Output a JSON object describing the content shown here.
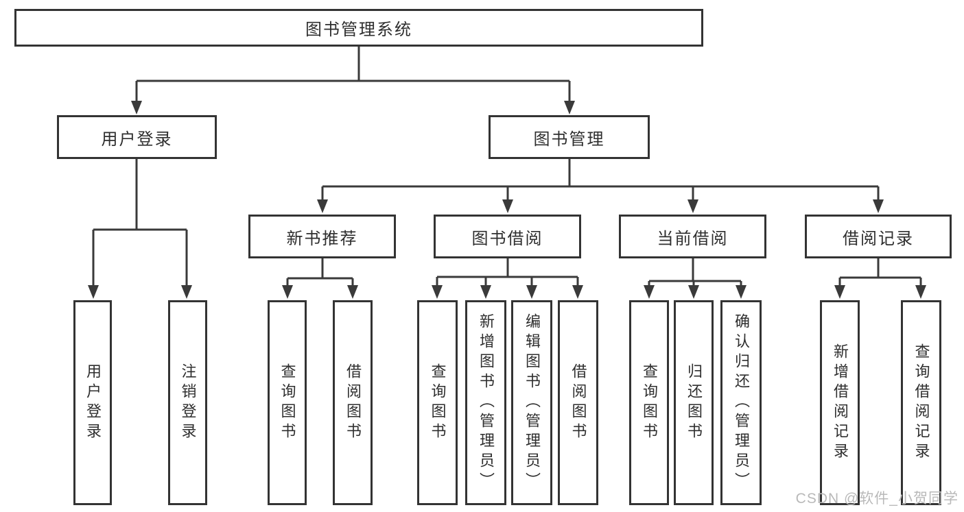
{
  "diagram": {
    "root": {
      "label": "图书管理系统"
    },
    "branches": [
      {
        "label": "用户登录",
        "children": [
          {
            "label": "用户登录"
          },
          {
            "label": "注销登录"
          }
        ]
      },
      {
        "label": "图书管理",
        "children": [
          {
            "label": "新书推荐",
            "children": [
              {
                "label": "查询图书"
              },
              {
                "label": "借阅图书"
              }
            ]
          },
          {
            "label": "图书借阅",
            "children": [
              {
                "label": "查询图书"
              },
              {
                "label": "新增图书（管理员）"
              },
              {
                "label": "编辑图书（管理员）"
              },
              {
                "label": "借阅图书"
              }
            ]
          },
          {
            "label": "当前借阅",
            "children": [
              {
                "label": "查询图书"
              },
              {
                "label": "归还图书"
              },
              {
                "label": "确认归还（管理员）"
              }
            ]
          },
          {
            "label": "借阅记录",
            "children": [
              {
                "label": "新增借阅记录"
              },
              {
                "label": "查询借阅记录"
              }
            ]
          }
        ]
      }
    ]
  },
  "watermark": {
    "text": "CSDN @软件_小贺同学"
  },
  "colors": {
    "background": "#ffffff",
    "box_border": "#333333",
    "connector": "#3a3a3a",
    "text": "#2e2e2e",
    "watermark": "#b9b9b9"
  }
}
